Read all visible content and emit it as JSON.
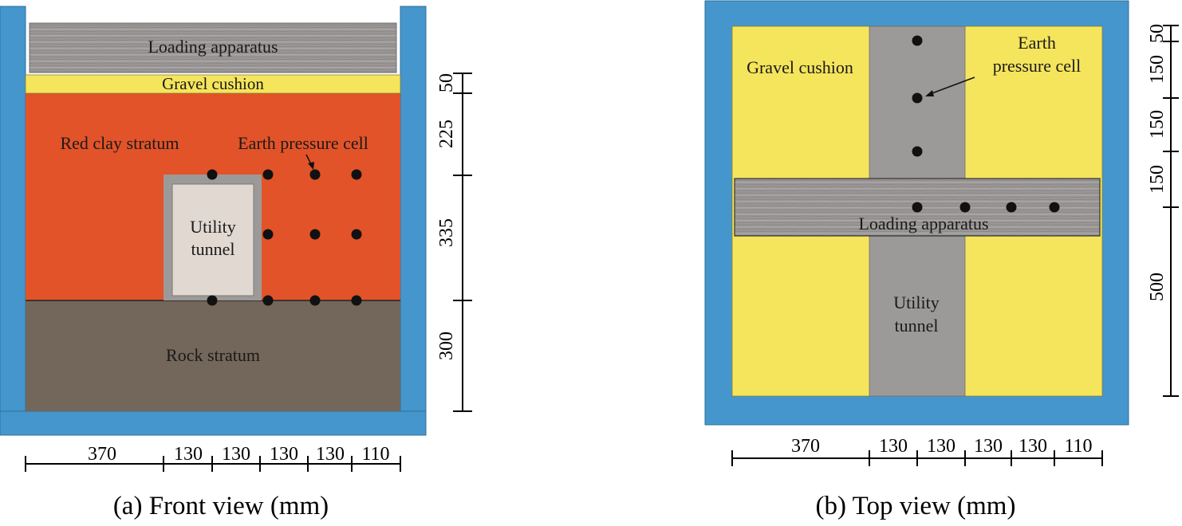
{
  "front_view": {
    "caption": "(a) Front view (mm)",
    "labels": {
      "loading_apparatus": "Loading apparatus",
      "gravel_cushion": "Gravel cushion",
      "red_clay_stratum": "Red clay stratum",
      "earth_pressure_cell": "Earth pressure cell",
      "utility_tunnel_line1": "Utility",
      "utility_tunnel_line2": "tunnel",
      "rock_stratum": "Rock stratum"
    },
    "horizontal_dims": [
      "370",
      "130",
      "130",
      "130",
      "130",
      "110"
    ],
    "vertical_dims": [
      "50",
      "225",
      "335",
      "300"
    ]
  },
  "top_view": {
    "caption": "(b) Top view (mm)",
    "labels": {
      "gravel_cushion": "Gravel cushion",
      "earth_pressure_cell_line1": "Earth",
      "earth_pressure_cell_line2": "pressure cell",
      "loading_apparatus": "Loading apparatus",
      "utility_tunnel_line1": "Utility",
      "utility_tunnel_line2": "tunnel"
    },
    "horizontal_dims": [
      "370",
      "130",
      "130",
      "130",
      "130",
      "110"
    ],
    "vertical_dims": [
      "50",
      "150",
      "150",
      "150",
      "500"
    ]
  },
  "colors": {
    "container_blue": "#4596cc",
    "gravel_yellow": "#f5e55c",
    "red_clay": "#e25329",
    "rock": "#73665a",
    "loading_gray": "#9b9897",
    "tunnel_gray": "#9c9a98",
    "tunnel_inner": "#e1d8d1",
    "cell_black": "#111111"
  }
}
